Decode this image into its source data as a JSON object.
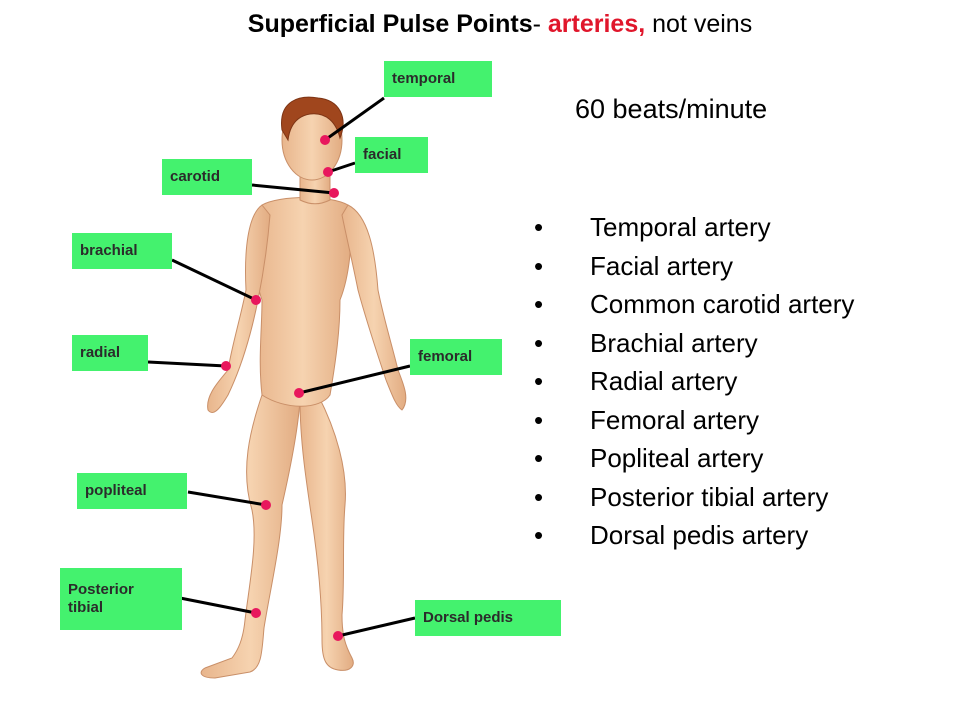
{
  "title": {
    "part1": "Superficial Pulse Points",
    "part2": "- ",
    "part3": "arteries,",
    "part4": " not veins"
  },
  "rate": "60 beats/minute",
  "bullet_char": "•",
  "list": [
    "Temporal artery",
    "Facial artery",
    "Common carotid artery",
    "Brachial artery",
    "Radial artery",
    "Femoral artery",
    "Popliteal artery",
    "Posterior tibial artery",
    "Dorsal pedis artery"
  ],
  "labels": {
    "temporal": "temporal",
    "facial": "facial",
    "carotid": "carotid",
    "brachial": "brachial",
    "radial": "radial",
    "femoral": "femoral",
    "popliteal": "popliteal",
    "posterior_tibial_1": "Posterior",
    "posterior_tibial_2": "tibial",
    "dorsal_pedis": "Dorsal pedis"
  },
  "colors": {
    "label_bg": "#44f26e",
    "dot": "#e8175d",
    "accent_red": "#e0162b",
    "skin": "#f2c9a2",
    "hair": "#a0461d"
  }
}
